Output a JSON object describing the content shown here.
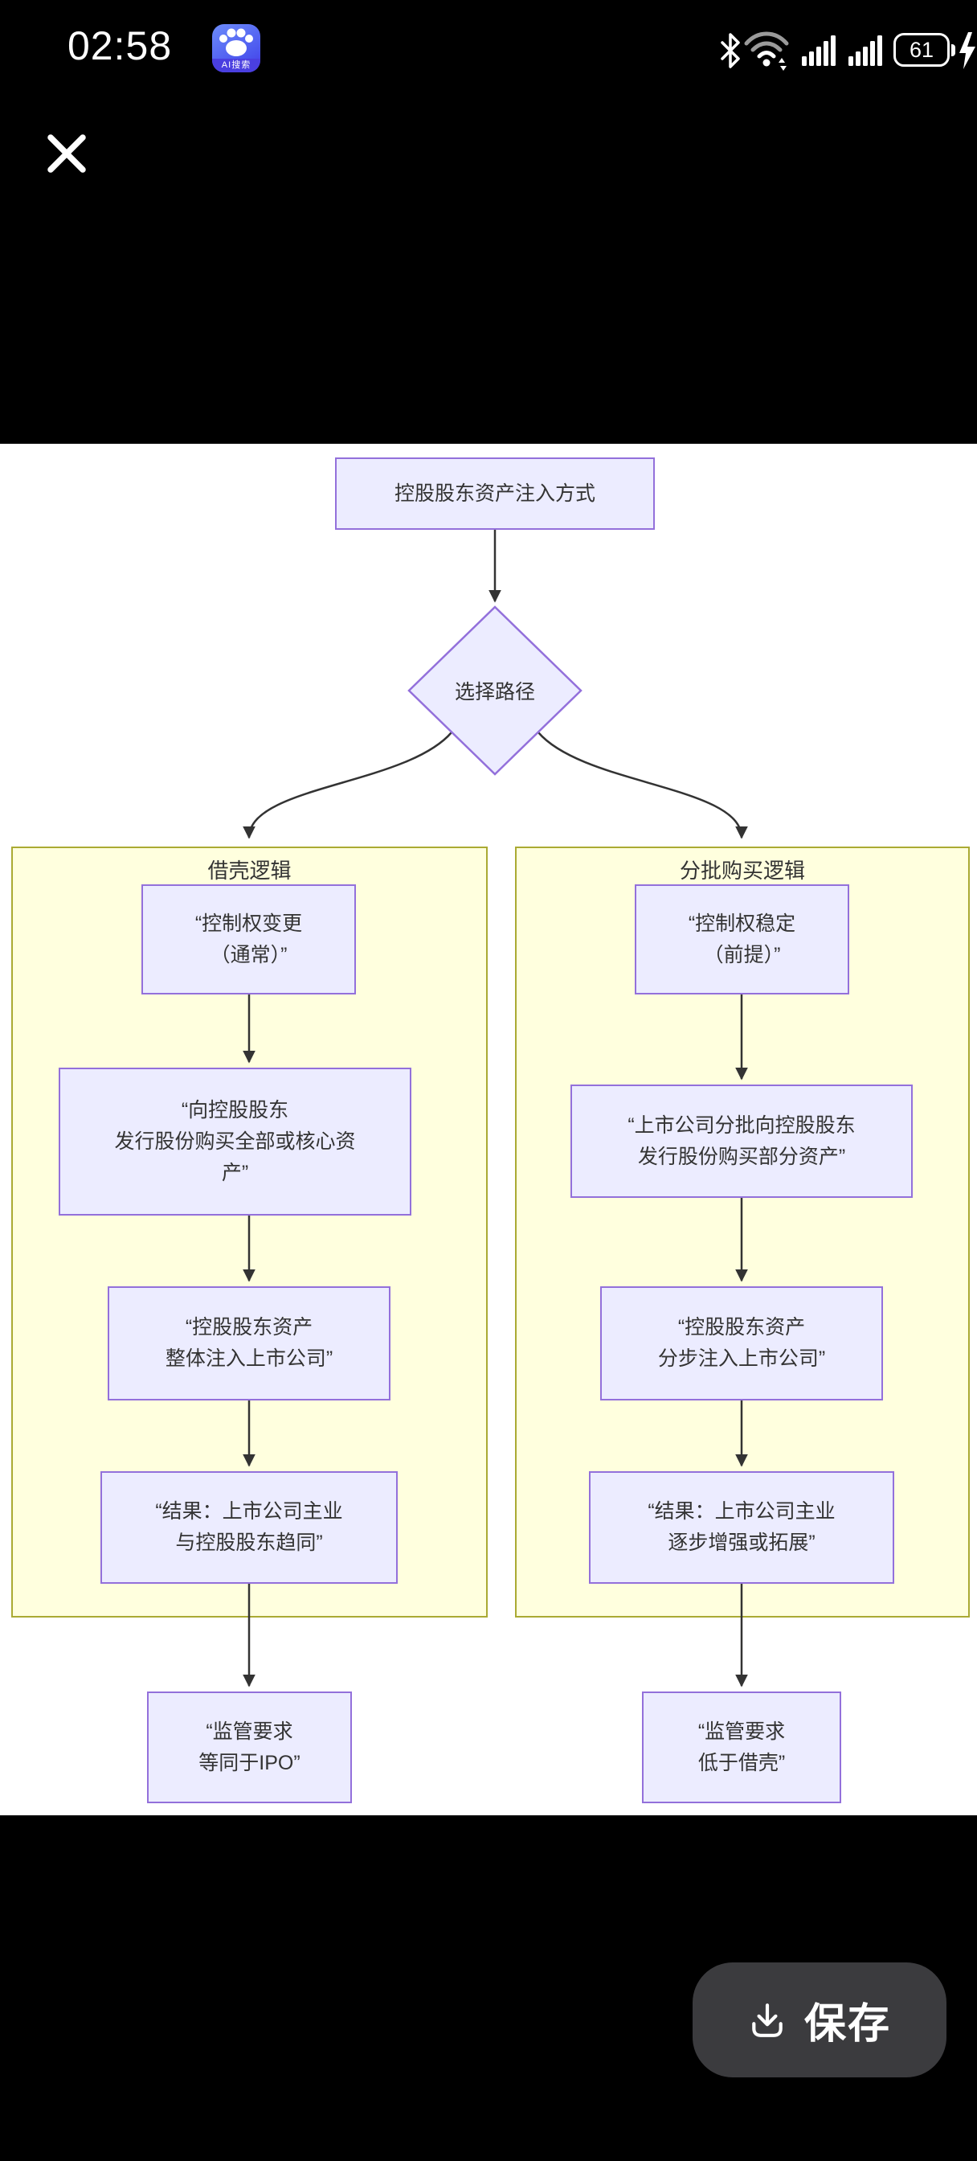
{
  "status_bar": {
    "time": "02:58",
    "app_badge_label": "AI搜索",
    "battery_percent": "61",
    "icons": [
      "baidu-app-icon",
      "bluetooth-icon",
      "wifi-icon",
      "cell-signal-icon",
      "cell-signal-icon",
      "battery-icon",
      "charging-bolt-icon"
    ]
  },
  "flowchart": {
    "root_label": "控股股东资产注入方式",
    "decision_label": "选择路径",
    "left_group": {
      "title": "借壳逻辑",
      "steps": [
        "“控制权变更\n（通常）”",
        "“向控股股东\n发行股份购买全部或核心资\n产”",
        "“控股股东资产\n整体注入上市公司”",
        "“结果：上市公司主业\n与控股股东趋同”"
      ]
    },
    "right_group": {
      "title": "分批购买逻辑",
      "steps": [
        "“控制权稳定\n（前提）”",
        "“上市公司分批向控股股东\n发行股份购买部分资产”",
        "“控股股东资产\n分步注入上市公司”",
        "“结果：上市公司主业\n逐步增强或拓展”"
      ]
    },
    "left_result": "“监管要求\n等同于IPO”",
    "right_result": "“监管要求\n低于借壳”",
    "colors": {
      "node_fill": "#ECECFF",
      "node_border": "#9370DB",
      "group_fill": "#FFFFDE",
      "group_border": "#AAAA33",
      "edge": "#333333"
    }
  },
  "save_button": {
    "label": "保存"
  }
}
